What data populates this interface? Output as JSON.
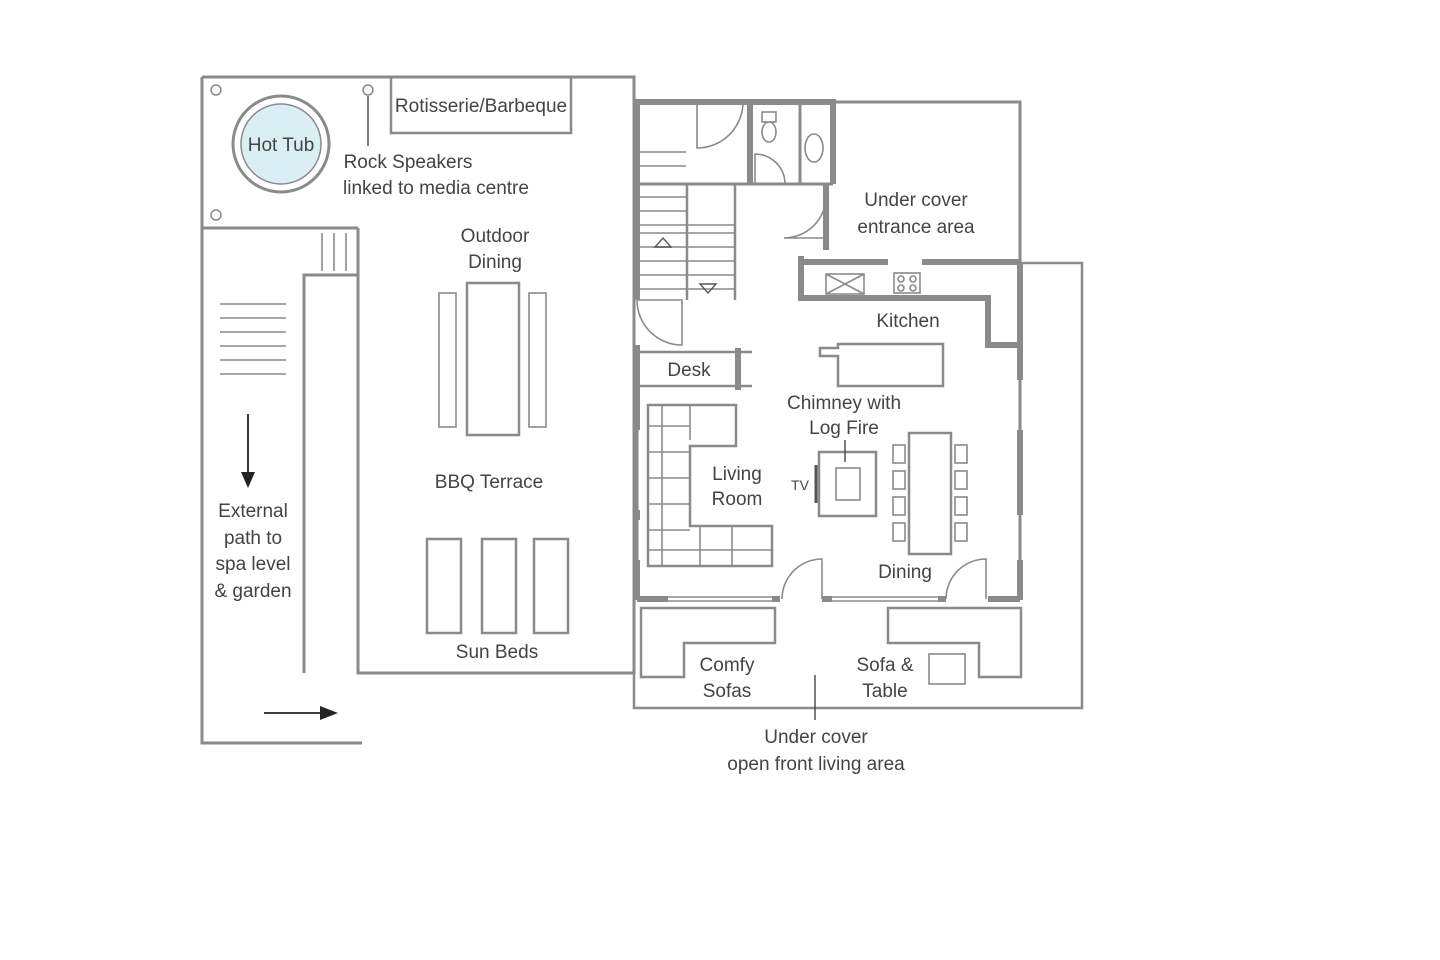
{
  "labels": {
    "hot_tub": "Hot Tub",
    "rotisserie": "Rotisserie/Barbeque",
    "rock_speakers_1": "Rock Speakers",
    "rock_speakers_2": "linked to media centre",
    "outdoor_dining_1": "Outdoor",
    "outdoor_dining_2": "Dining",
    "bbq_terrace": "BBQ Terrace",
    "sun_beds": "Sun Beds",
    "external_path_1": "External",
    "external_path_2": "path to",
    "external_path_3": "spa level",
    "external_path_4": "& garden",
    "under_cover_entrance_1": "Under cover",
    "under_cover_entrance_2": "entrance area",
    "kitchen": "Kitchen",
    "desk": "Desk",
    "chimney_1": "Chimney with",
    "chimney_2": "Log Fire",
    "tv": "TV",
    "living_room_1": "Living",
    "living_room_2": "Room",
    "dining": "Dining",
    "comfy_sofas_1": "Comfy",
    "comfy_sofas_2": "Sofas",
    "sofa_table_1": "Sofa &",
    "sofa_table_2": "Table",
    "under_cover_living_1": "Under cover",
    "under_cover_living_2": "open front living area"
  },
  "colors": {
    "wall": "#8a8a8a",
    "text": "#444444",
    "hot_tub_water": "#d9eff3"
  }
}
